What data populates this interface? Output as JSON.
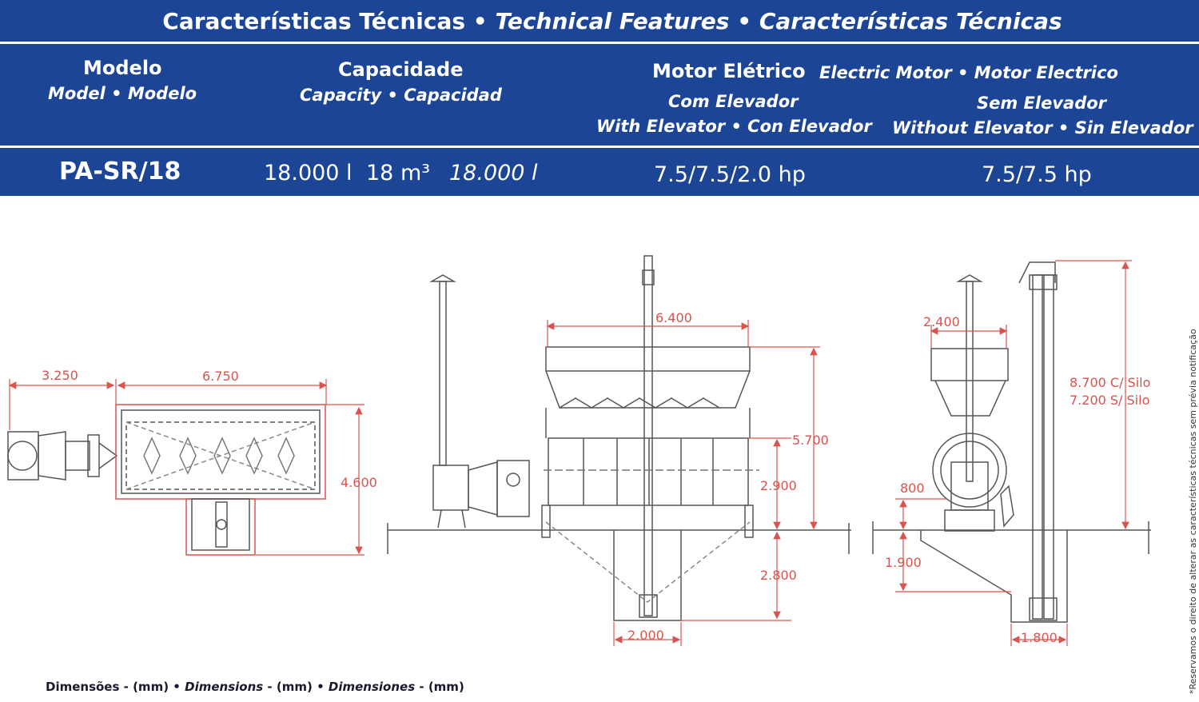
{
  "header": {
    "title_pt": "Características Técnicas",
    "sep": "•",
    "title_en": "Technical Features",
    "title_es": "Características Técnicas"
  },
  "columns": {
    "model": {
      "pt": "Modelo",
      "en_es": "Model • Modelo"
    },
    "capacity": {
      "pt": "Capacidade",
      "en_es": "Capacity • Capacidad"
    },
    "motor": {
      "pt": "Motor Elétrico",
      "en_es": "Electric Motor • Motor Electrico",
      "with_elevator": {
        "pt": "Com Elevador",
        "en_es": "With Elevator • Con Elevador"
      },
      "without_elevator": {
        "pt": "Sem Elevador",
        "en_es": "Without Elevator • Sin Elevador"
      }
    }
  },
  "row": {
    "model": "PA-SR/18",
    "capacity_l": "18.000 l",
    "capacity_m3": "18 m³",
    "capacity_l_es": "18.000 l",
    "motor_with": "7.5/7.5/2.0 hp",
    "motor_without": "7.5/7.5 hp"
  },
  "dimensions": {
    "top_left": "3.250",
    "top_main": "6.750",
    "top_height": "4.600",
    "front_width": "6.400",
    "front_height": "5.700",
    "front_drum": "2.900",
    "front_pit_depth": "2.800",
    "front_pit_width": "2.000",
    "side_width": "2.400",
    "side_height_silo": "8.700 C/ Silo",
    "side_height_no_silo": "7.200 S/ Silo",
    "side_base": "800",
    "side_pit": "1.900",
    "side_pit_width": "1.800"
  },
  "footer": {
    "pt": "Dimensões - (mm)",
    "en": "Dimensions",
    "es": "Dimensiones",
    "unit": "- (mm)",
    "sep": "•"
  },
  "side_note": "*Reservamos o direito de alterar as características técnicas sem prévia notificação",
  "colors": {
    "band": "#1d4596",
    "dimension": "#d9534f",
    "line": "#555555"
  }
}
